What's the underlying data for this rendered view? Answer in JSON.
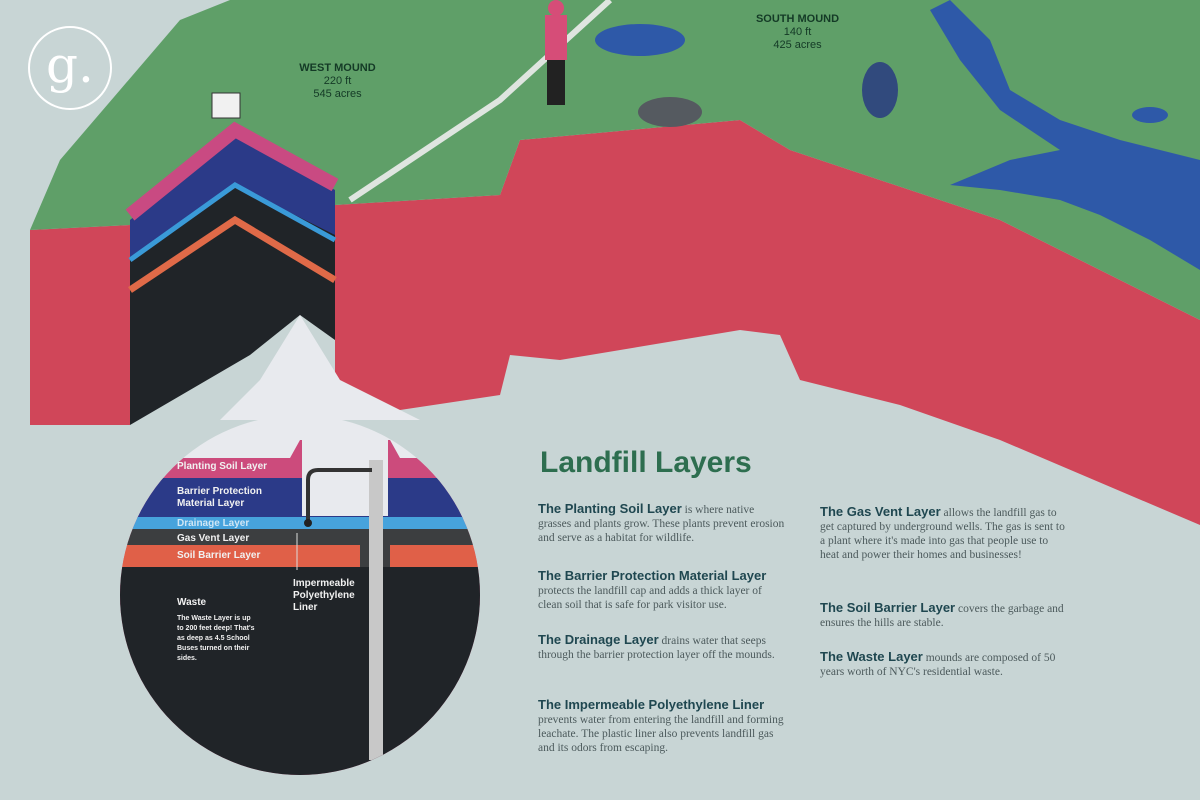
{
  "logo": {
    "glyph": "g."
  },
  "map": {
    "west_mound": {
      "name": "WEST MOUND",
      "height": "220 ft",
      "area": "545 acres"
    },
    "south_mound": {
      "name": "SOUTH MOUND",
      "height": "140 ft",
      "area": "425 acres"
    }
  },
  "colors": {
    "background": "#c8d5d5",
    "grass": "#5f9f68",
    "cap": "#d04659",
    "waste": "#202428",
    "water": "#2e59a8",
    "title": "#2d6e4f"
  },
  "diagram": {
    "layers": [
      "Planting Soil Layer",
      "Barrier Protection Material Layer",
      "Drainage Layer",
      "Gas Vent Layer",
      "Soil Barrier Layer"
    ],
    "liner_label": "Impermeable Polyethylene Liner",
    "waste_title": "Waste",
    "waste_note": "The Waste Layer is up to 200 feet deep! That's as deep as 4.5 School Buses turned on their sides."
  },
  "title": "Landfill Layers",
  "sections": [
    {
      "heading": "The Planting Soil Layer",
      "body": "is where native grasses and plants grow. These plants prevent erosion and serve as a habitat for wildlife."
    },
    {
      "heading": "The Barrier Protection Material Layer",
      "body": "protects the landfill cap and adds a thick layer of clean soil that is safe for park visitor use."
    },
    {
      "heading": "The Drainage Layer",
      "body": "drains water that seeps through the barrier protection layer off the mounds."
    },
    {
      "heading": "The Impermeable Polyethylene Liner",
      "body": "prevents water from entering the landfill and forming leachate. The plastic liner also prevents landfill gas and its odors from escaping."
    },
    {
      "heading": "The Gas Vent Layer",
      "body": "allows the landfill gas to get captured by underground wells. The gas is sent to a plant where it's made into gas that people use to heat and power their homes and businesses!"
    },
    {
      "heading": "The Soil Barrier Layer",
      "body": "covers the garbage and ensures the hills are stable."
    },
    {
      "heading": "The Waste Layer",
      "body": "mounds are composed of 50 years worth of NYC's residential waste."
    }
  ]
}
